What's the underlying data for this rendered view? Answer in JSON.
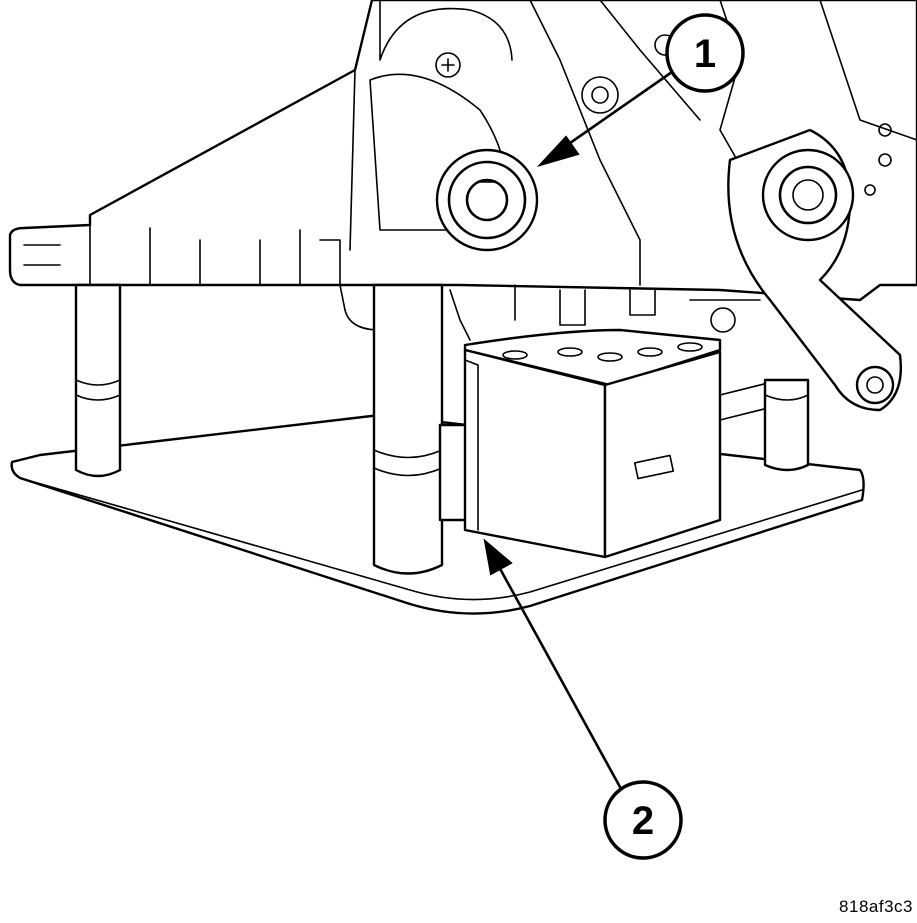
{
  "callouts": [
    {
      "number": "1"
    },
    {
      "number": "2"
    }
  ],
  "figure_reference": "818af3c3",
  "colors": {
    "line": "#000000",
    "background": "#ffffff"
  }
}
